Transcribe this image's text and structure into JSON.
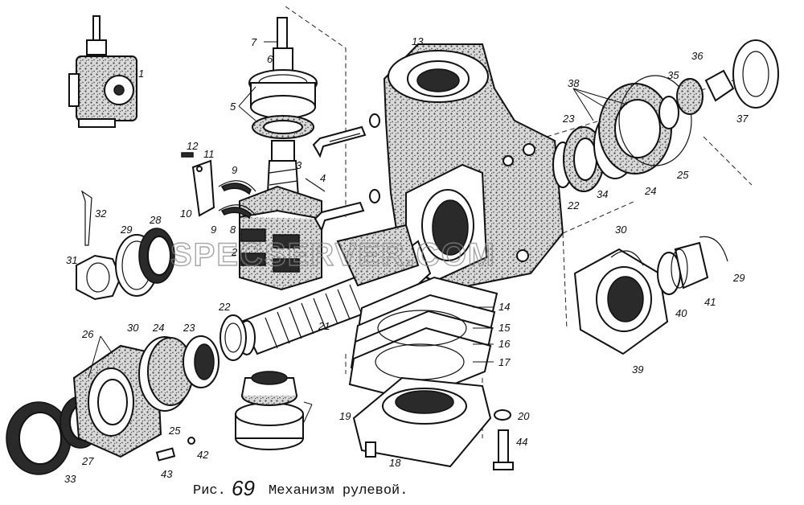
{
  "caption": {
    "prefix": "Рис.",
    "number": "69",
    "title": "Механизм рулевой."
  },
  "watermark": "SPECSERVER.COM",
  "callouts": [
    "1",
    "2",
    "3",
    "4",
    "5",
    "6",
    "7",
    "8",
    "9",
    "10",
    "11",
    "12",
    "13",
    "14",
    "15",
    "16",
    "17",
    "18",
    "19",
    "20",
    "21",
    "22",
    "23",
    "24",
    "25",
    "26",
    "27",
    "28",
    "29",
    "30",
    "31",
    "32",
    "33",
    "34",
    "35",
    "36",
    "37",
    "38",
    "39",
    "40",
    "41",
    "42",
    "43",
    "44"
  ]
}
